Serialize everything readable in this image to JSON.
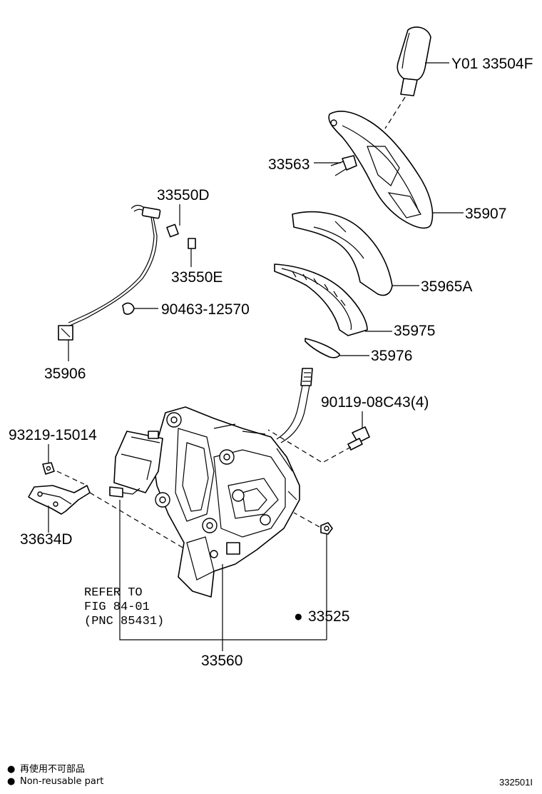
{
  "diagram": {
    "labels": {
      "knob": "Y01 33504F",
      "p33563": "33563",
      "p35907": "35907",
      "p33550d": "33550D",
      "p33550e": "33550E",
      "p90463": "90463-12570",
      "p35965a": "35965A",
      "p35975": "35975",
      "p35976": "35976",
      "p35906": "35906",
      "p90119": "90119-08C43(4)",
      "p93219": "93219-15014",
      "p33634d": "33634D",
      "p33525": "33525",
      "p33560": "33560"
    },
    "refer": {
      "line1": "REFER TO",
      "line2": "FIG 84-01",
      "line3": "(PNC 85431)"
    },
    "legend": {
      "item1": "再使用不可部品",
      "item2": "Non-reusable part"
    },
    "bullet": "●",
    "figure_code": "332501I"
  }
}
